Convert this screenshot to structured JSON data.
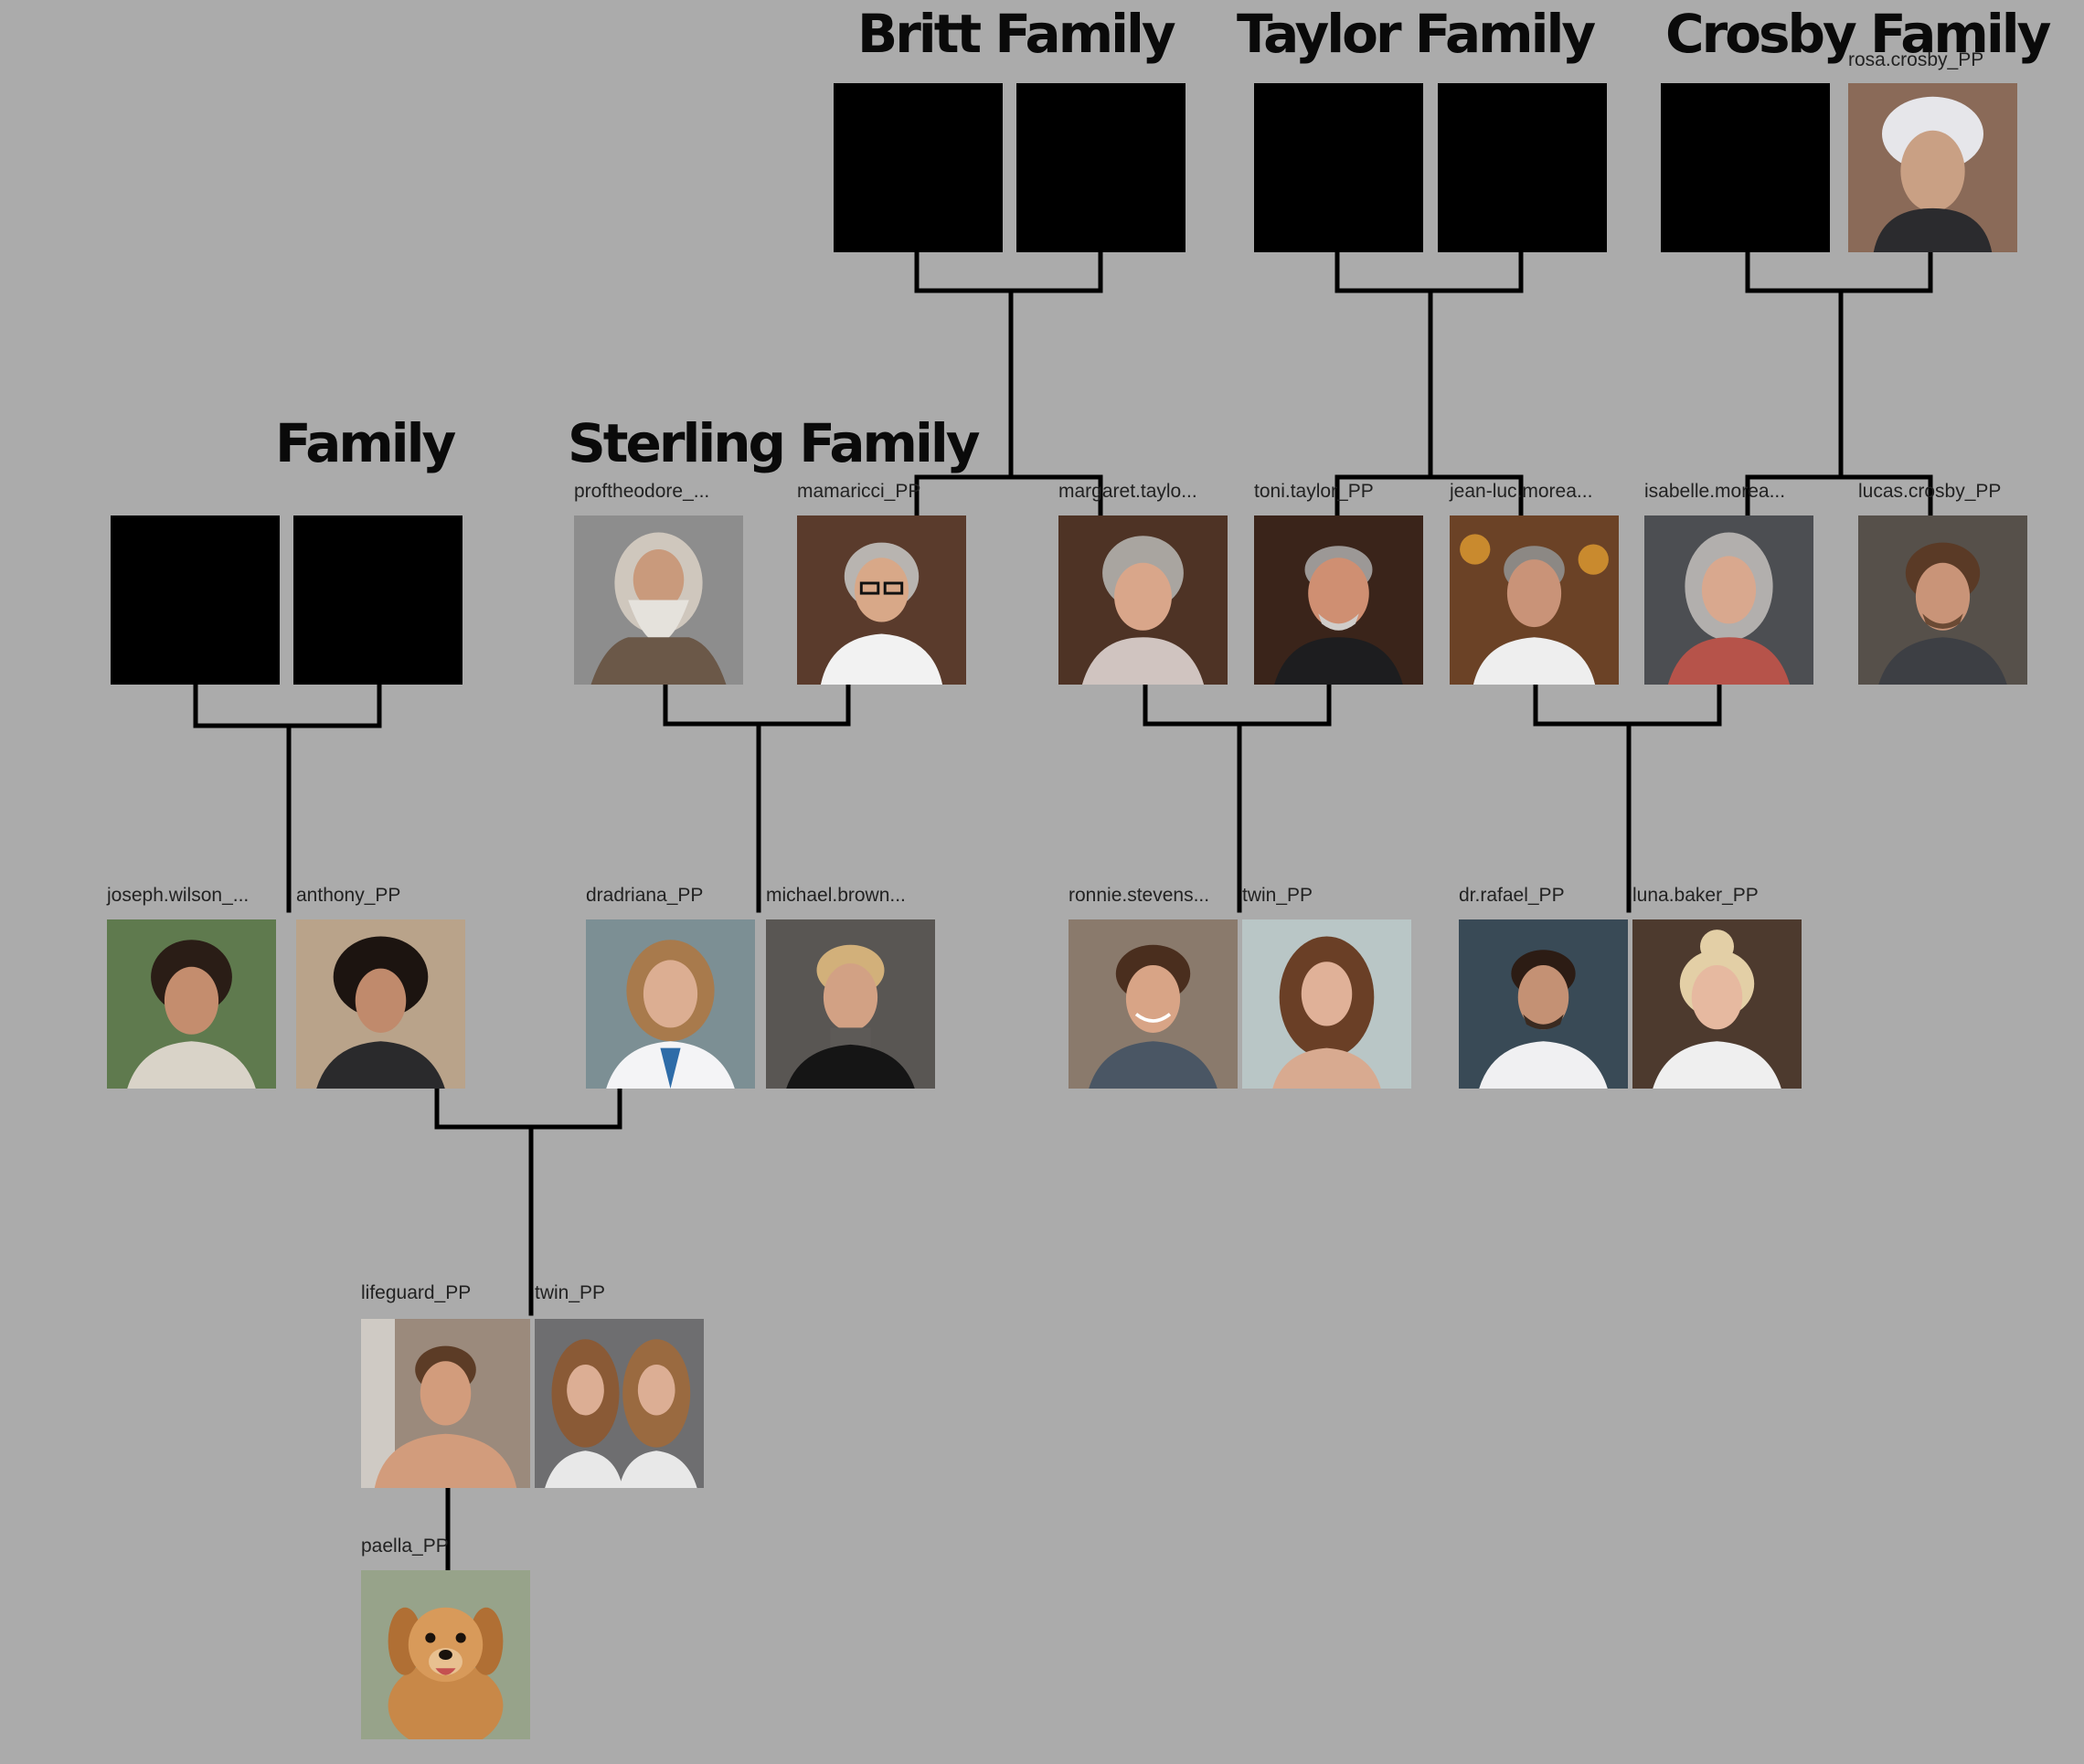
{
  "families": {
    "britt": "Britt Family",
    "taylor": "Taylor Family",
    "crosby": "Crosby Family",
    "sterling": "Sterling Family",
    "unnamed": "Family"
  },
  "labels": {
    "rosa": "rosa.crosby_PP",
    "proftheodore": "proftheodore_...",
    "mamaricci": "mamaricci_PP",
    "margaret": "margaret.taylo...",
    "toni": "toni.taylor_PP",
    "jeanluc": "jean-luc.morea...",
    "isabelle": "isabelle.morea...",
    "lucas": "lucas.crosby_PP",
    "joseph": "joseph.wilson_...",
    "anthony": "anthony_PP",
    "dradriana": "dradriana_PP",
    "michael": "michael.brown...",
    "ronnie": "ronnie.stevens...",
    "twin1": "twin_PP",
    "rafael": "dr.rafael_PP",
    "luna": "luna.baker_PP",
    "lifeguard": "lifeguard_PP",
    "twin2": "twin_PP",
    "paella": "paella_PP"
  },
  "colors": {
    "background": "#ababab",
    "line": "#000000",
    "placeholder": "#000000"
  }
}
